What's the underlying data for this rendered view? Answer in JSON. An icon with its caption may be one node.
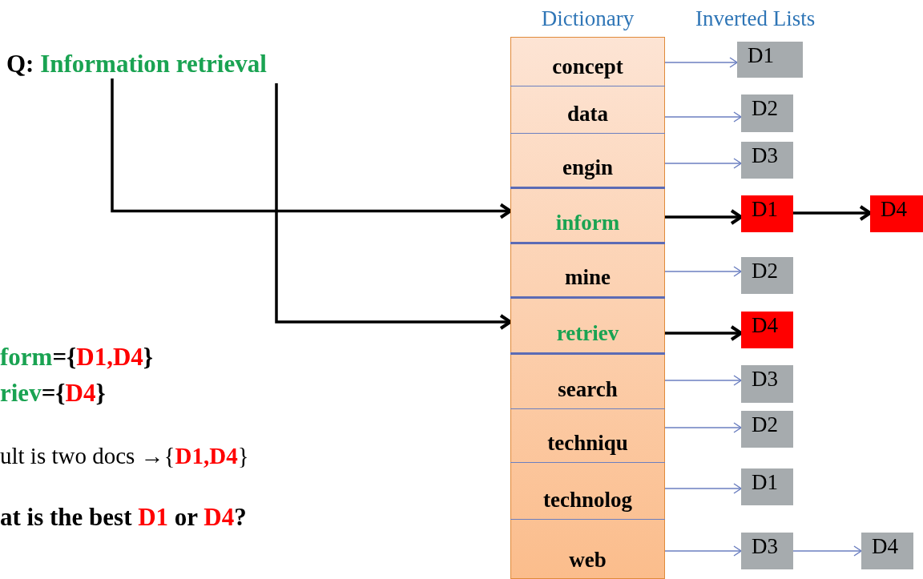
{
  "diagram": {
    "nodes": [
      {
        "text": [
          "Q:",
          "Information retrieval"
        ]
      },
      {
        "text": [
          "Dictionary"
        ]
      },
      {
        "text": [
          "concept"
        ],
        "in": 1
      },
      {
        "text": [
          "data"
        ],
        "in": 1
      },
      {
        "text": [
          "engin"
        ],
        "in": 1
      },
      {
        "text": [
          "inform"
        ],
        "in": 1
      },
      {
        "text": [
          "mine"
        ],
        "in": 1
      },
      {
        "text": [
          "retriev"
        ],
        "in": 1
      },
      {
        "text": [
          "search"
        ],
        "in": 1
      },
      {
        "text": [
          "techniqu"
        ],
        "in": 1
      },
      {
        "text": [
          "technolog"
        ],
        "in": 1
      },
      {
        "text": [
          "web"
        ],
        "in": 1
      },
      {
        "text": [
          "D1"
        ]
      },
      {
        "text": [
          "D2"
        ]
      },
      {
        "text": [
          "D3"
        ]
      },
      {
        "text": [
          "D1"
        ]
      },
      {
        "text": [
          "D4"
        ]
      },
      {
        "text": [
          "D2"
        ]
      },
      {
        "text": [
          "D4"
        ]
      },
      {
        "text": [
          "D3"
        ]
      },
      {
        "text": [
          "D2"
        ]
      },
      {
        "text": [
          "D1"
        ]
      },
      {
        "text": [
          "D3"
        ]
      },
      {
        "text": [
          "D4"
        ]
      }
    ],
    "edges": [
      {
        "from": 0,
        "to": 5,
        "arrow": "to",
        "style": "thick",
        "color": "#000000"
      },
      {
        "from": 0,
        "to": 7,
        "arrow": "to",
        "style": "thick",
        "color": "#000000"
      },
      {
        "from": 2,
        "to": 12,
        "arrow": "to"
      },
      {
        "from": 3,
        "to": 13,
        "arrow": "to"
      },
      {
        "from": 4,
        "to": 14,
        "arrow": "to"
      },
      {
        "from": 5,
        "to": 15,
        "arrow": "to",
        "style": "thick",
        "color": "#000000"
      },
      {
        "from": 15,
        "to": 16,
        "arrow": "to",
        "style": "thick",
        "color": "#000000"
      },
      {
        "from": 6,
        "to": 17,
        "arrow": "to"
      },
      {
        "from": 7,
        "to": 18,
        "arrow": "to",
        "style": "thick",
        "color": "#000000"
      },
      {
        "from": 8,
        "to": 19,
        "arrow": "to"
      },
      {
        "from": 9,
        "to": 20,
        "arrow": "to"
      },
      {
        "from": 10,
        "to": 21,
        "arrow": "to"
      },
      {
        "from": 11,
        "to": 22,
        "arrow": "to"
      },
      {
        "from": 22,
        "to": 23,
        "arrow": "to"
      }
    ],
    "labels": [
      "Inverted Lists",
      "form={D1,D4}",
      "riev={D4}",
      "ult is two docs →{D1,D4}",
      "at is the best D1 or D4?"
    ]
  }
}
